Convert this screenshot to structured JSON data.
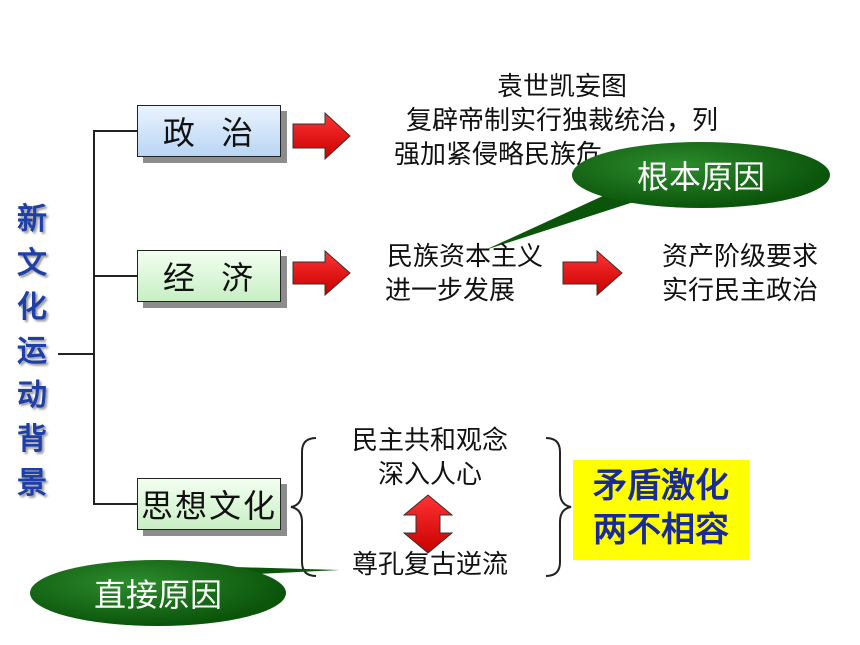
{
  "title_chars": [
    "新",
    "文",
    "化",
    "运",
    "动",
    "背",
    "景"
  ],
  "branches": {
    "politics": "政  治",
    "economy": "经  济",
    "culture": "思想文化"
  },
  "politics_text": {
    "line1": "袁世凯妄图",
    "line2": "复辟帝制实行独裁统治，列",
    "line3": "强加紧侵略民族危"
  },
  "economy_text": {
    "cause_line1": "民族资本主义",
    "cause_line2": "进一步发展",
    "result_line1": "资产阶级要求",
    "result_line2": "实行民主政治"
  },
  "culture_text": {
    "top_line1": "民主共和观念",
    "top_line2": "深入人心",
    "bottom": "尊孔复古逆流"
  },
  "callouts": {
    "fundamental": "根本原因",
    "direct": "直接原因"
  },
  "conclusion": {
    "line1": "矛盾激化",
    "line2": "两不相容"
  },
  "colors": {
    "arrow": "#ee1111",
    "title": "#1f3fa8",
    "bubble": "#0b550b",
    "highlight": "#ffff00"
  }
}
